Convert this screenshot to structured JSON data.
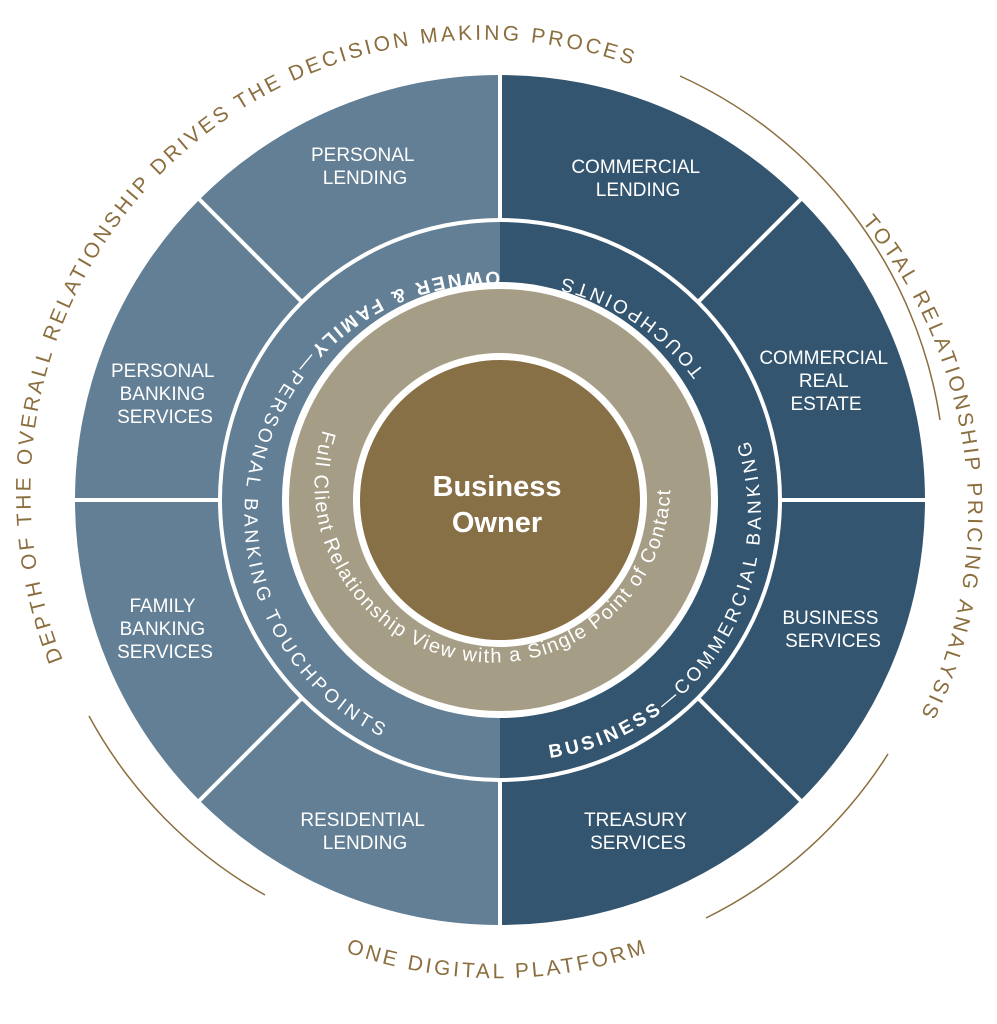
{
  "center": {
    "line1": "Business",
    "line2": "Owner"
  },
  "inner_ring": {
    "text": "Full Client Relationship View with a Single Point of Contact"
  },
  "middle_ring": {
    "left_bold": "OWNER & FAMILY",
    "left_rest": "—PERSONAL BANKING TOUCHPOINTS",
    "right_top": "TOUCHPOINTS",
    "right_bold": "BUSINESS",
    "right_rest": "—COMMERCIAL BANKING"
  },
  "segments": {
    "personal_lending": [
      "PERSONAL",
      "LENDING"
    ],
    "personal_banking": [
      "PERSONAL",
      "BANKING",
      "SERVICES"
    ],
    "family_banking": [
      "FAMILY",
      "BANKING",
      "SERVICES"
    ],
    "residential_lending": [
      "RESIDENTIAL",
      "LENDING"
    ],
    "commercial_lending": [
      "COMMERCIAL",
      "LENDING"
    ],
    "commercial_real_estate": [
      "COMMERCIAL",
      "REAL",
      "ESTATE"
    ],
    "business_services": [
      "BUSINESS",
      "SERVICES"
    ],
    "treasury_services": [
      "TREASURY",
      "SERVICES"
    ]
  },
  "outer_labels": {
    "top_left": "DEPTH OF THE OVERALL RELATIONSHIP DRIVES THE DECISION MAKING PROCESS",
    "right": "TOTAL RELATIONSHIP PRICING ANALYSIS",
    "bottom": "ONE DIGITAL PLATFORM"
  },
  "colors": {
    "personal": "#627f95",
    "commercial": "#33556f",
    "tan_ring": "#a59d85",
    "center": "#876f46",
    "gold_text": "#8b6e3e",
    "white": "#ffffff"
  }
}
